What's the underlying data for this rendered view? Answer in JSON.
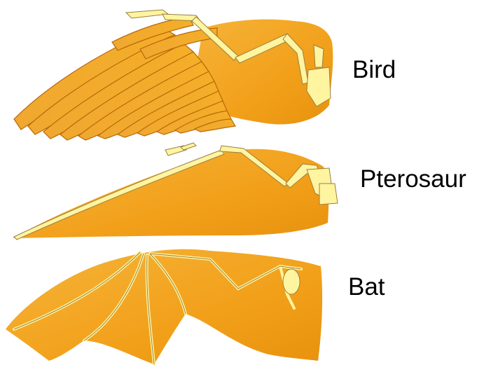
{
  "labels": {
    "bird": "Bird",
    "pterosaur": "Pterosaur",
    "bat": "Bat"
  },
  "colors": {
    "membrane": "#F4A81C",
    "membrane_dark": "#E08A10",
    "feather": "#F0A020",
    "feather_edge": "#B86808",
    "bone": "#FFF4A0",
    "bone_outline": "#9A8040",
    "label_text": "#000000"
  },
  "icons": {
    "bird_wing": "bird-wing-illustration",
    "pterosaur_wing": "pterosaur-wing-illustration",
    "bat_wing": "bat-wing-illustration"
  }
}
